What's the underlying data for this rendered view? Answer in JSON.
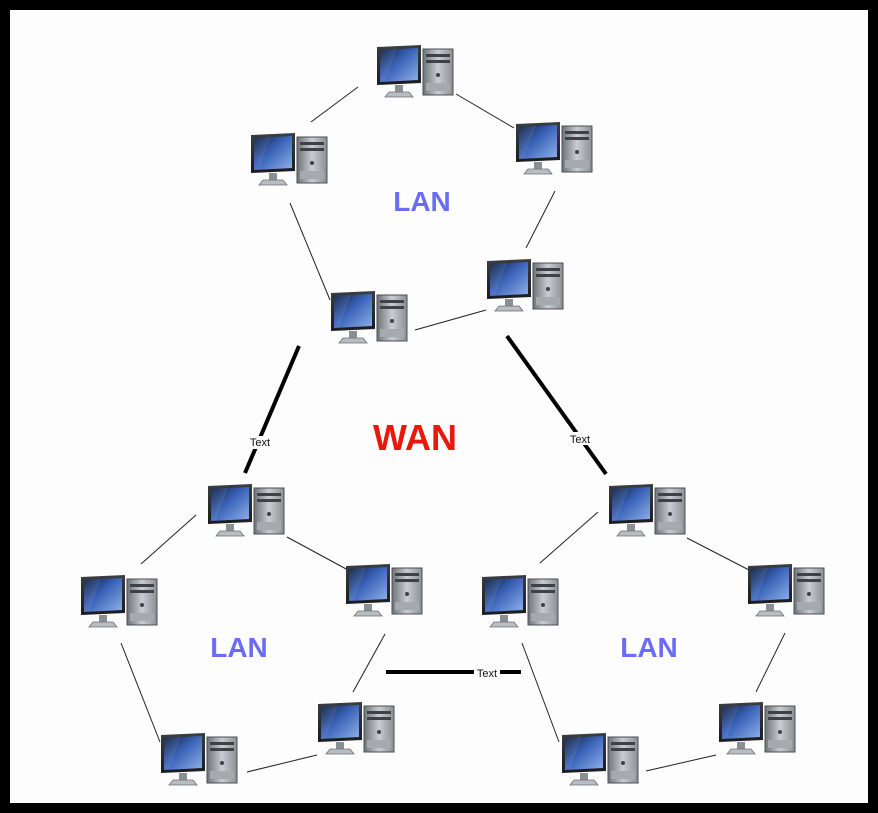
{
  "diagram": {
    "zones": {
      "lan_top": "LAN",
      "wan": "WAN",
      "lan_left": "LAN",
      "lan_right": "LAN"
    },
    "wan_links": {
      "left": "Text",
      "right": "Text",
      "bottom": "Text"
    },
    "colors": {
      "lan_label": "#6b6bf5",
      "wan_label": "#e8180c",
      "background": "#fdfdfd",
      "frame": "#000000"
    },
    "node_icon": "desktop-computer-icon"
  }
}
